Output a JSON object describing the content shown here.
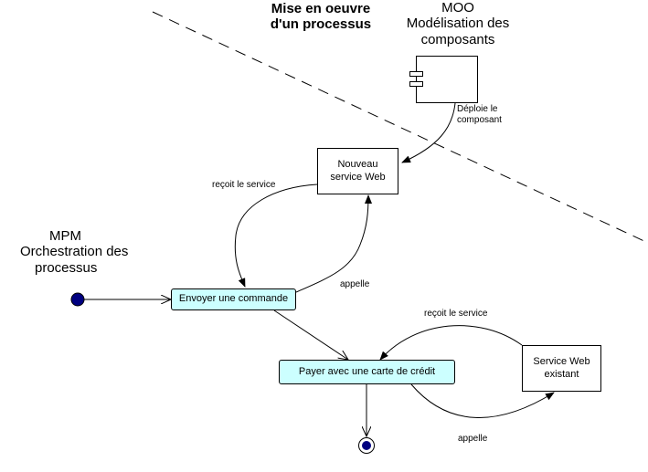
{
  "title": {
    "line1": "Mise en oeuvre",
    "line2": "d'un processus"
  },
  "moo": {
    "line1": "MOO",
    "line2": "Modélisation des",
    "line3": "composants"
  },
  "mpm": {
    "line1": "MPM",
    "line2": "Orchestration des",
    "line3": "processus"
  },
  "nodes": {
    "new_service": {
      "line1": "Nouveau",
      "line2": "service Web"
    },
    "existing_service": {
      "line1": "Service Web",
      "line2": "existant"
    },
    "send_order": "Envoyer une commande",
    "pay_card": "Payer avec une carte de crédit"
  },
  "labels": {
    "deploy_line1": "Déploie le",
    "deploy_line2": "composant",
    "receives_service_1": "reçoit le service",
    "calls_1": "appelle",
    "receives_service_2": "reçoit le service",
    "calls_2": "appelle"
  },
  "colors": {
    "activity_fill": "#ccffff",
    "state_fill": "#000080",
    "line": "#000000"
  }
}
